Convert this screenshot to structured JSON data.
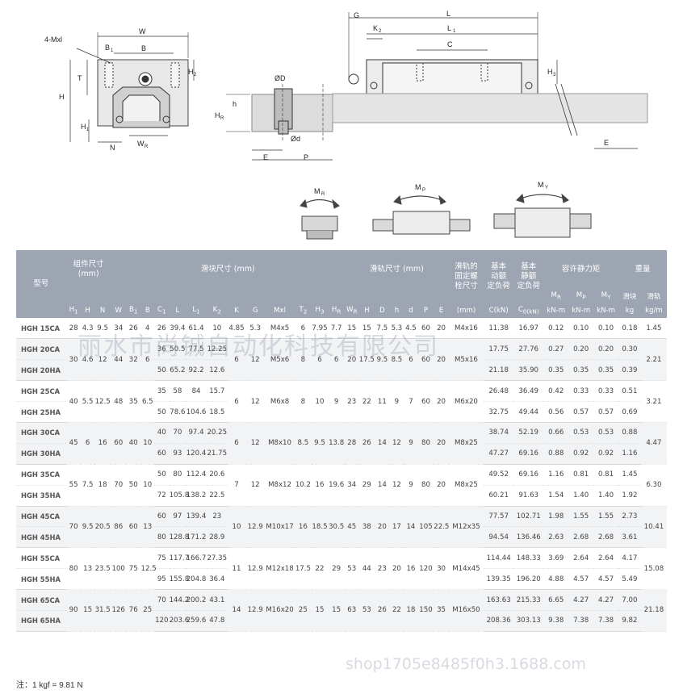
{
  "drawing_labels": {
    "cross_section": {
      "mxl": "4-Mxl",
      "w": "W",
      "b1": "B",
      "b1_sub": "1",
      "b": "B",
      "t": "T",
      "h2": "H",
      "h2_sub": "2",
      "h": "H",
      "h1": "H",
      "h1_sub": "1",
      "n": "N",
      "wr": "W",
      "wr_sub": "R"
    },
    "rail_section": {
      "od": "ØD",
      "h": "h",
      "hr": "H",
      "hr_sub": "R",
      "d": "Ød",
      "e": "E",
      "p": "P"
    },
    "side_view": {
      "g": "G",
      "l": "L",
      "k2": "K",
      "k2_sub": "2",
      "l1": "L",
      "l1_sub": "1",
      "c": "C",
      "h3": "H",
      "h3_sub": "3",
      "e": "E"
    },
    "moments": {
      "mr": "M",
      "mr_sub": "R",
      "mp": "M",
      "mp_sub": "P",
      "my": "M",
      "my_sub": "Y"
    }
  },
  "table": {
    "header_model": "型号",
    "groups": {
      "assembly": "组件尺寸\n(mm)",
      "block": "滑块尺寸 (mm)",
      "rail": "滑轨尺寸 (mm)",
      "rail_bolt": "滑轨的\n固定螺\n栓尺寸",
      "dynamic": "基本\n动额\n定负荷",
      "static": "基本\n静额\n定负荷",
      "moment": "容许静力矩",
      "weight": "重量"
    },
    "moment_cols": [
      "M",
      "M",
      "M"
    ],
    "moment_subs": [
      "R",
      "P",
      "Y"
    ],
    "weight_cols": [
      "滑块",
      "滑轨"
    ],
    "columns": [
      "H",
      "H",
      "N",
      "W",
      "B",
      "B",
      "C",
      "L",
      "L",
      "K",
      "K",
      "G",
      "Mxl",
      "T",
      "H",
      "H",
      "W",
      "H",
      "D",
      "h",
      "d",
      "P",
      "E",
      "(mm)",
      "C(kN)",
      "C",
      "kN-m",
      "kN-m",
      "kN-m",
      "kg",
      "kg/m"
    ],
    "column_subs": [
      "",
      "1",
      "",
      "",
      "",
      "1",
      "",
      "1",
      "",
      "1",
      "2",
      "",
      "",
      "",
      "2",
      "3",
      "R",
      "R",
      "",
      "",
      "",
      "",
      "",
      "",
      "",
      "",
      "0(kN)",
      "",
      "",
      "",
      "",
      ""
    ],
    "rows": [
      [
        "HGH 15CA",
        "28",
        "4.3",
        "9.5",
        "34",
        "26",
        "4",
        "26",
        "39.4",
        "61.4",
        "10",
        "4.85",
        "5.3",
        "M4x5",
        "6",
        "7.95",
        "7.7",
        "15",
        "15",
        "7.5",
        "5.3",
        "4.5",
        "60",
        "20",
        "M4x16",
        "11.38",
        "16.97",
        "0.12",
        "0.10",
        "0.10",
        "0.18",
        "1.45"
      ],
      [
        "HGH 20CA",
        "30",
        "4.6",
        "12",
        "44",
        "32",
        "6",
        "36",
        "50.5",
        "77.5",
        "12.25",
        "6",
        "12",
        "M5x6",
        "8",
        "6",
        "6",
        "20",
        "17.5",
        "9.5",
        "8.5",
        "6",
        "60",
        "20",
        "M5x16",
        "17.75",
        "27.76",
        "0.27",
        "0.20",
        "0.20",
        "0.30",
        "2.21"
      ],
      [
        "HGH 20HA",
        "",
        "",
        "",
        "",
        "",
        "",
        "50",
        "65.2",
        "92.2",
        "12.6",
        "",
        "",
        "",
        "",
        "",
        "",
        "",
        "",
        "",
        "",
        "",
        "",
        "",
        "",
        "21.18",
        "35.90",
        "0.35",
        "0.35",
        "0.35",
        "0.39",
        ""
      ],
      [
        "HGH 25CA",
        "40",
        "5.5",
        "12.5",
        "48",
        "35",
        "6.5",
        "35",
        "58",
        "84",
        "15.7",
        "6",
        "12",
        "M6x8",
        "8",
        "10",
        "9",
        "23",
        "22",
        "11",
        "9",
        "7",
        "60",
        "20",
        "M6x20",
        "26.48",
        "36.49",
        "0.42",
        "0.33",
        "0.33",
        "0.51",
        "3.21"
      ],
      [
        "HGH 25HA",
        "",
        "",
        "",
        "",
        "",
        "",
        "50",
        "78.6",
        "104.6",
        "18.5",
        "",
        "",
        "",
        "",
        "",
        "",
        "",
        "",
        "",
        "",
        "",
        "",
        "",
        "",
        "32.75",
        "49.44",
        "0.56",
        "0.57",
        "0.57",
        "0.69",
        ""
      ],
      [
        "HGH 30CA",
        "45",
        "6",
        "16",
        "60",
        "40",
        "10",
        "40",
        "70",
        "97.4",
        "20.25",
        "6",
        "12",
        "M8x10",
        "8.5",
        "9.5",
        "13.8",
        "28",
        "26",
        "14",
        "12",
        "9",
        "80",
        "20",
        "M8x25",
        "38.74",
        "52.19",
        "0.66",
        "0.53",
        "0.53",
        "0.88",
        "4.47"
      ],
      [
        "HGH 30HA",
        "",
        "",
        "",
        "",
        "",
        "",
        "60",
        "93",
        "120.4",
        "21.75",
        "",
        "",
        "",
        "",
        "",
        "",
        "",
        "",
        "",
        "",
        "",
        "",
        "",
        "",
        "47.27",
        "69.16",
        "0.88",
        "0.92",
        "0.92",
        "1.16",
        ""
      ],
      [
        "HGH 35CA",
        "55",
        "7.5",
        "18",
        "70",
        "50",
        "10",
        "50",
        "80",
        "112.4",
        "20.6",
        "7",
        "12",
        "M8x12",
        "10.2",
        "16",
        "19.6",
        "34",
        "29",
        "14",
        "12",
        "9",
        "80",
        "20",
        "M8x25",
        "49.52",
        "69.16",
        "1.16",
        "0.81",
        "0.81",
        "1.45",
        "6.30"
      ],
      [
        "HGH 35HA",
        "",
        "",
        "",
        "",
        "",
        "",
        "72",
        "105.8",
        "138.2",
        "22.5",
        "",
        "",
        "",
        "",
        "",
        "",
        "",
        "",
        "",
        "",
        "",
        "",
        "",
        "",
        "60.21",
        "91.63",
        "1.54",
        "1.40",
        "1.40",
        "1.92",
        ""
      ],
      [
        "HGH 45CA",
        "70",
        "9.5",
        "20.5",
        "86",
        "60",
        "13",
        "60",
        "97",
        "139.4",
        "23",
        "10",
        "12.9",
        "M10x17",
        "16",
        "18.5",
        "30.5",
        "45",
        "38",
        "20",
        "17",
        "14",
        "105",
        "22.5",
        "M12x35",
        "77.57",
        "102.71",
        "1.98",
        "1.55",
        "1.55",
        "2.73",
        "10.41"
      ],
      [
        "HGH 45HA",
        "",
        "",
        "",
        "",
        "",
        "",
        "80",
        "128.8",
        "171.2",
        "28.9",
        "",
        "",
        "",
        "",
        "",
        "",
        "",
        "",
        "",
        "",
        "",
        "",
        "",
        "",
        "94.54",
        "136.46",
        "2.63",
        "2.68",
        "2.68",
        "3.61",
        ""
      ],
      [
        "HGH 55CA",
        "80",
        "13",
        "23.5",
        "100",
        "75",
        "12.5",
        "75",
        "117.7",
        "166.7",
        "27.35",
        "11",
        "12.9",
        "M12x18",
        "17.5",
        "22",
        "29",
        "53",
        "44",
        "23",
        "20",
        "16",
        "120",
        "30",
        "M14x45",
        "114.44",
        "148.33",
        "3.69",
        "2.64",
        "2.64",
        "4.17",
        "15.08"
      ],
      [
        "HGH 55HA",
        "",
        "",
        "",
        "",
        "",
        "",
        "95",
        "155.8",
        "204.8",
        "36.4",
        "",
        "",
        "",
        "",
        "",
        "",
        "",
        "",
        "",
        "",
        "",
        "",
        "",
        "",
        "139.35",
        "196.20",
        "4.88",
        "4.57",
        "4.57",
        "5.49",
        ""
      ],
      [
        "HGH 65CA",
        "90",
        "15",
        "31.5",
        "126",
        "76",
        "25",
        "70",
        "144.2",
        "200.2",
        "43.1",
        "14",
        "12.9",
        "M16x20",
        "25",
        "15",
        "15",
        "63",
        "53",
        "26",
        "22",
        "18",
        "150",
        "35",
        "M16x50",
        "163.63",
        "215.33",
        "6.65",
        "4.27",
        "4.27",
        "7.00",
        "21.18"
      ],
      [
        "HGH 65HA",
        "",
        "",
        "",
        "",
        "",
        "",
        "120",
        "203.6",
        "259.6",
        "47.8",
        "",
        "",
        "",
        "",
        "",
        "",
        "",
        "",
        "",
        "",
        "",
        "",
        "",
        "",
        "208.36",
        "303.13",
        "9.38",
        "7.38",
        "7.38",
        "9.82",
        ""
      ]
    ]
  },
  "note": "注：1 kgf = 9.81 N",
  "watermarks": [
    "丽水市尚铖自动化科技有限公司",
    "shop1705e8485f0h3.1688.com"
  ]
}
